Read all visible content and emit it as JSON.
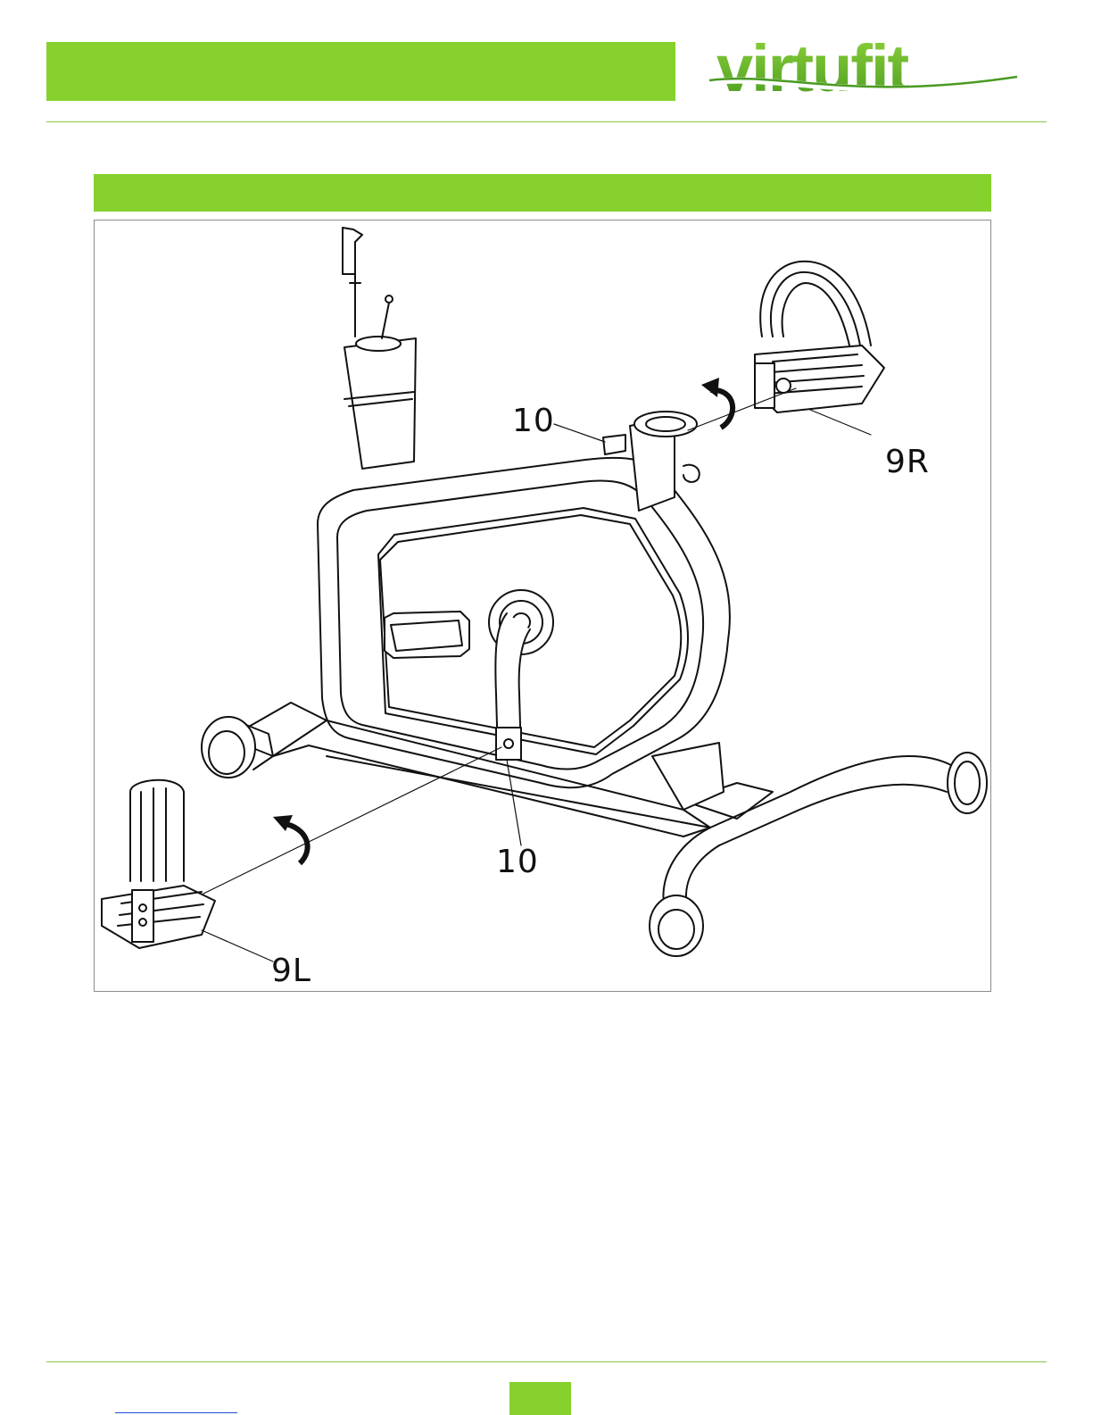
{
  "brand": {
    "logo_text": "virtufit",
    "accent_color": "#86d12e",
    "logo_dark": "#4a8f1e"
  },
  "figure": {
    "callouts": {
      "bottle_holder_top": "10",
      "pedal_right": "9R",
      "crank_label": "10",
      "pedal_left": "9L"
    },
    "icons": [
      "clockwise-arrow-icon",
      "counterclockwise-arrow-icon"
    ]
  }
}
